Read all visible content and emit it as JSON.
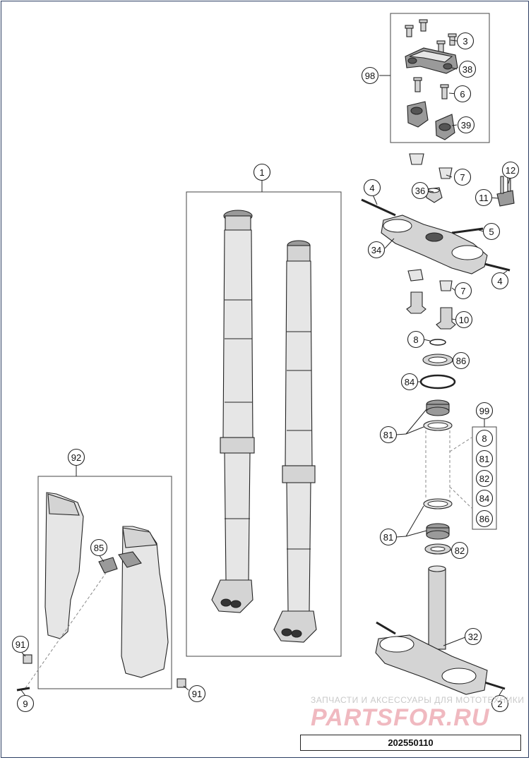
{
  "callouts": [
    {
      "id": "c1",
      "label": "1"
    },
    {
      "id": "c2",
      "label": "2"
    },
    {
      "id": "c3",
      "label": "3"
    },
    {
      "id": "c4a",
      "label": "4"
    },
    {
      "id": "c4b",
      "label": "4"
    },
    {
      "id": "c5",
      "label": "5"
    },
    {
      "id": "c6",
      "label": "6"
    },
    {
      "id": "c7a",
      "label": "7"
    },
    {
      "id": "c7b",
      "label": "7"
    },
    {
      "id": "c8a",
      "label": "8"
    },
    {
      "id": "c8b",
      "label": "8"
    },
    {
      "id": "c9",
      "label": "9"
    },
    {
      "id": "c10",
      "label": "10"
    },
    {
      "id": "c11",
      "label": "11"
    },
    {
      "id": "c12",
      "label": "12"
    },
    {
      "id": "c32",
      "label": "32"
    },
    {
      "id": "c34",
      "label": "34"
    },
    {
      "id": "c36",
      "label": "36"
    },
    {
      "id": "c38",
      "label": "38"
    },
    {
      "id": "c39",
      "label": "39"
    },
    {
      "id": "c81a",
      "label": "81"
    },
    {
      "id": "c81b",
      "label": "81"
    },
    {
      "id": "c81c",
      "label": "81"
    },
    {
      "id": "c82a",
      "label": "82"
    },
    {
      "id": "c82b",
      "label": "82"
    },
    {
      "id": "c84a",
      "label": "84"
    },
    {
      "id": "c84b",
      "label": "84"
    },
    {
      "id": "c85",
      "label": "85"
    },
    {
      "id": "c86a",
      "label": "86"
    },
    {
      "id": "c86b",
      "label": "86"
    },
    {
      "id": "c91a",
      "label": "91"
    },
    {
      "id": "c91b",
      "label": "91"
    },
    {
      "id": "c92",
      "label": "92"
    },
    {
      "id": "c98",
      "label": "98"
    },
    {
      "id": "c99",
      "label": "99"
    }
  ],
  "watermark": {
    "line1": "ЗАПЧАСТИ И АКСЕССУАРЫ ДЛЯ МОТОТЕХНИКИ",
    "line2": "PARTSFOR.RU"
  },
  "diagram_id": "202550110"
}
